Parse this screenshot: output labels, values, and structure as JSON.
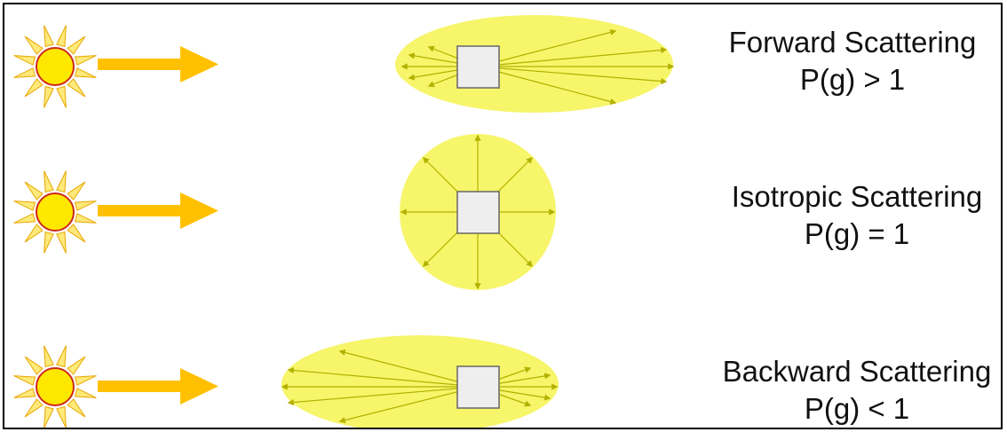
{
  "colors": {
    "sun_fill": "#ffe800",
    "sun_outline": "#cc2a1a",
    "ray_fill": "#ffe97a",
    "ray_outline": "#e6a800",
    "beam": "#ffc000",
    "lobe": "#f7f56a",
    "scatter_arrow": "#b3b000",
    "particle_fill": "#eeeeee",
    "particle_outline": "#666666"
  },
  "icons": [
    "sun-icon",
    "incident-light-arrow",
    "particle-square",
    "scatter-arrow"
  ],
  "rows": [
    {
      "id": "forward",
      "title": "Forward Scattering",
      "formula": "P(g) > 1"
    },
    {
      "id": "isotropic",
      "title": "Isotropic Scattering",
      "formula": "P(g) = 1"
    },
    {
      "id": "backward",
      "title": "Backward Scattering",
      "formula": "P(g) < 1"
    }
  ]
}
